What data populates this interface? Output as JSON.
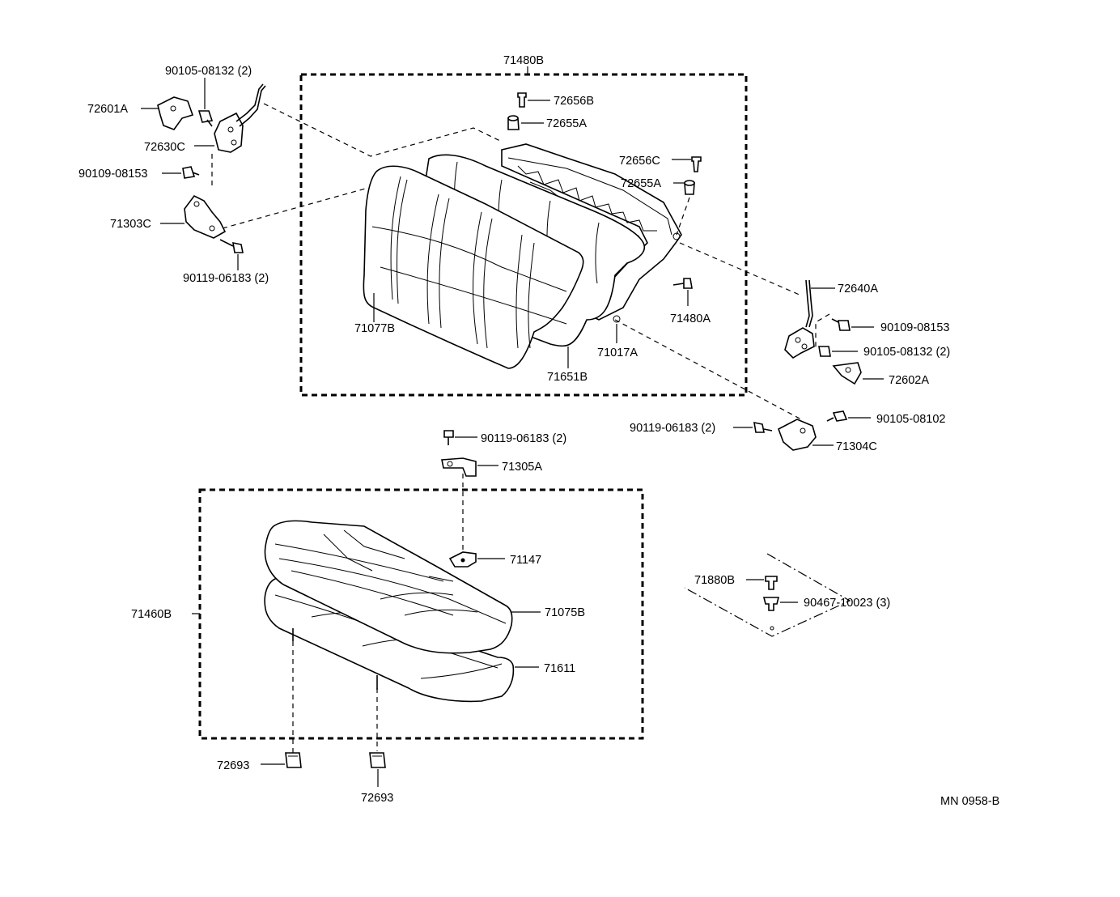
{
  "diagram": {
    "code": "MN 0958-B",
    "callouts": {
      "c71480B": "71480B",
      "c72656B": "72656B",
      "c72655A_top": "72655A",
      "c72656C": "72656C",
      "c72655A_right": "72655A",
      "c90105_08132_left": "90105-08132 (2)",
      "c72601A": "72601A",
      "c72630C": "72630C",
      "c90109_08153_left": "90109-08153",
      "c71303C": "71303C",
      "c90119_06183_left": "90119-06183 (2)",
      "c71077B": "71077B",
      "c71651B": "71651B",
      "c71017A": "71017A",
      "c71480A": "71480A",
      "c72640A": "72640A",
      "c90109_08153_right": "90109-08153",
      "c90105_08132_right": "90105-08132 (2)",
      "c72602A": "72602A",
      "c90105_08102": "90105-08102",
      "c90119_06183_right": "90119-06183 (2)",
      "c71304C": "71304C",
      "c90119_06183_mid": "90119-06183 (2)",
      "c71305A": "71305A",
      "c71147": "71147",
      "c71460B": "71460B",
      "c71075B": "71075B",
      "c71611": "71611",
      "c72693_left": "72693",
      "c72693_right": "72693",
      "c71880B": "71880B",
      "c90467_10023": "90467-10023 (3)"
    }
  }
}
